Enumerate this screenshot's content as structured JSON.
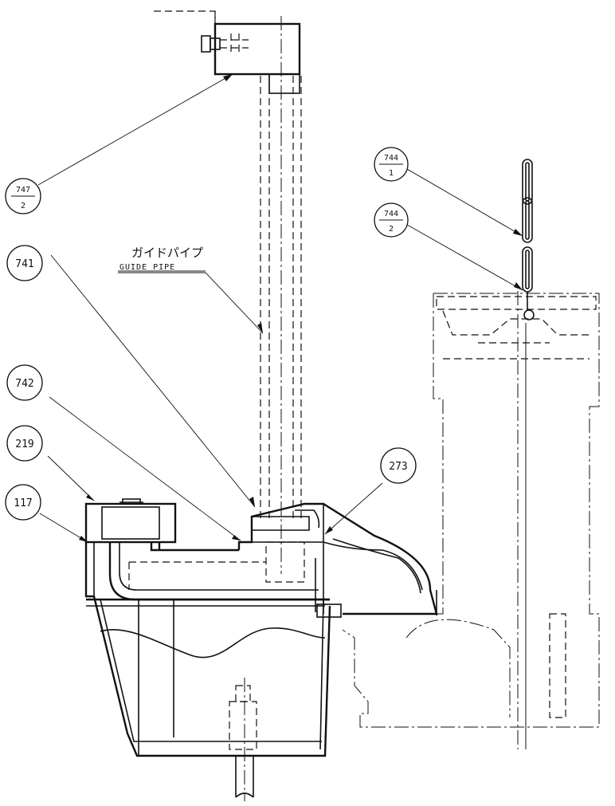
{
  "labels": {
    "guide_pipe_jp": "ガイドパイプ",
    "guide_pipe_en": "GUIDE PIPE"
  },
  "callouts": {
    "c747": {
      "top": "747",
      "bottom": "2"
    },
    "c744a": {
      "top": "744",
      "bottom": "1"
    },
    "c744b": {
      "top": "744",
      "bottom": "2"
    },
    "c741": {
      "text": "741"
    },
    "c742": {
      "text": "742"
    },
    "c219": {
      "text": "219"
    },
    "c117": {
      "text": "117"
    },
    "c273": {
      "text": "273"
    }
  }
}
